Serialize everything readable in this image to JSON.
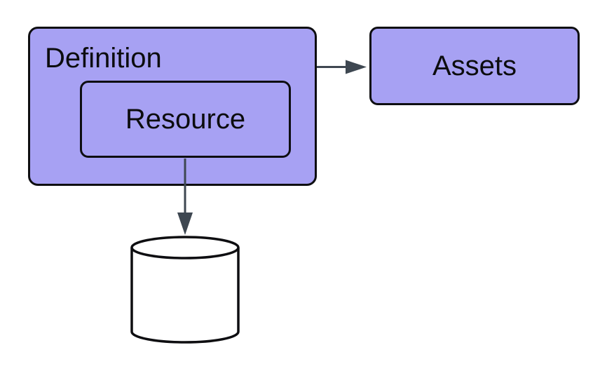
{
  "diagram": {
    "nodes": {
      "definition": {
        "label": "Definition",
        "shape": "rounded-rect",
        "contains": [
          "resource"
        ]
      },
      "resource": {
        "label": "Resource",
        "shape": "rounded-rect"
      },
      "assets": {
        "label": "Assets",
        "shape": "rounded-rect"
      },
      "database": {
        "label": "",
        "shape": "cylinder"
      }
    },
    "edges": [
      {
        "from": "definition",
        "to": "assets",
        "direction": "right",
        "style": "arrow"
      },
      {
        "from": "resource",
        "to": "database",
        "direction": "down",
        "style": "arrow"
      }
    ],
    "colors": {
      "node_fill": "#a7a1f3",
      "node_border": "#0e0e11",
      "edge": "#3e4751",
      "cylinder_fill": "#ffffff",
      "text": "#0c0c0e",
      "background": "#ffffff"
    }
  }
}
